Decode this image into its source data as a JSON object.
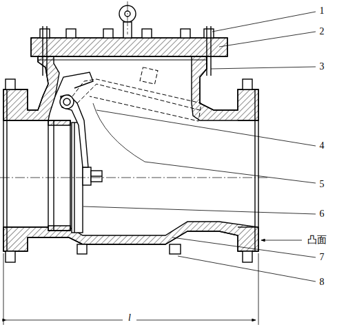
{
  "diagram": {
    "labels": [
      "1",
      "2",
      "3",
      "4",
      "5",
      "6",
      "7",
      "8",
      "凸面",
      "l"
    ]
  }
}
